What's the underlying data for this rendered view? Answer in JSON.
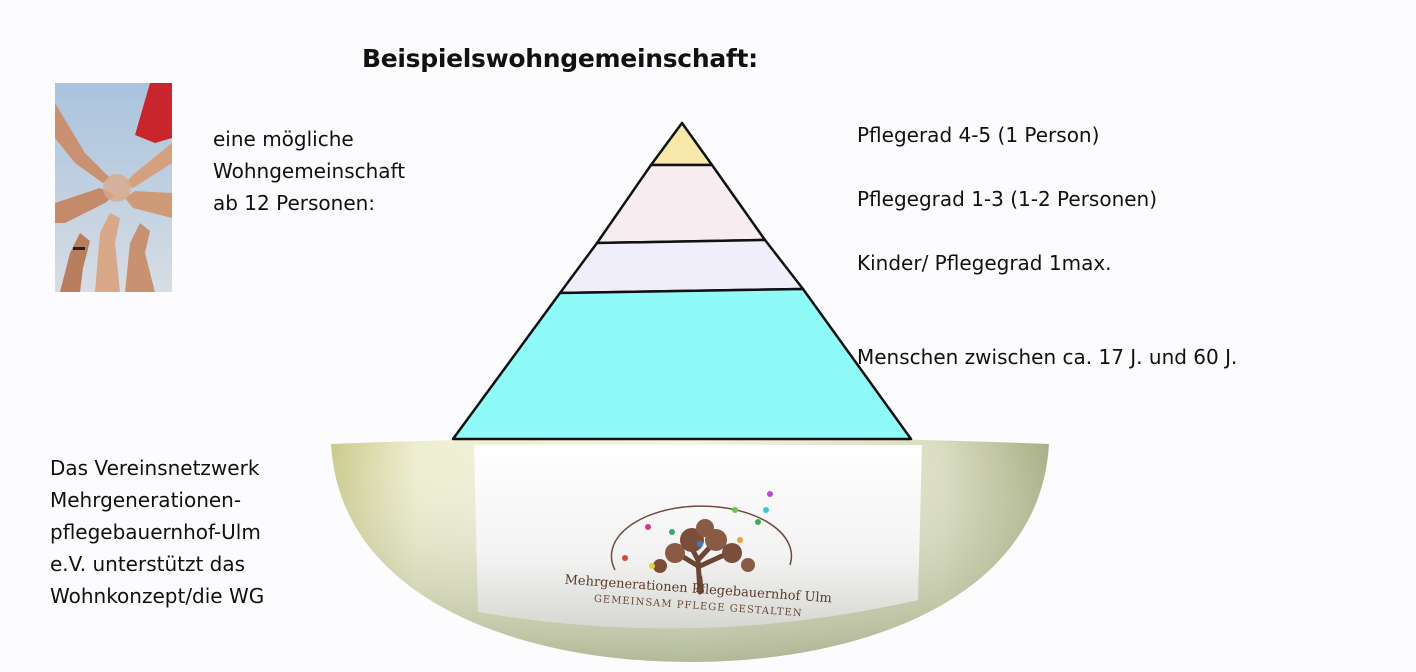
{
  "title": "Beispielswohngemeinschaft:",
  "intro": {
    "lines": [
      "eine mögliche",
      "Wohngemeinschaft",
      "ab 12 Personen:"
    ]
  },
  "pyramid": {
    "levels": [
      {
        "label": "Pflegerad 4-5 (1 Person)",
        "color": "#f8e9aa"
      },
      {
        "label": "Pflegegrad 1-3 (1-2 Personen)",
        "color": "#f8ecf0"
      },
      {
        "label": "Kinder/ Pflegegrad 1max.",
        "color": "#f1eefc"
      },
      {
        "label": "Menschen zwischen ca. 17 J. und 60 J.",
        "color": "#8efbf8"
      }
    ]
  },
  "footer": {
    "lines": [
      "Das Vereinsnetzwerk",
      "Mehrgenerationen-",
      "pflegebauernhof-Ulm",
      "e.V. unterstützt das",
      "Wohnkonzept/die WG"
    ]
  },
  "logo": {
    "name_line": "Mehrgenerationen Pflegebauernhof Ulm",
    "tagline": "GEMEINSAM PFLEGE GESTALTEN"
  }
}
